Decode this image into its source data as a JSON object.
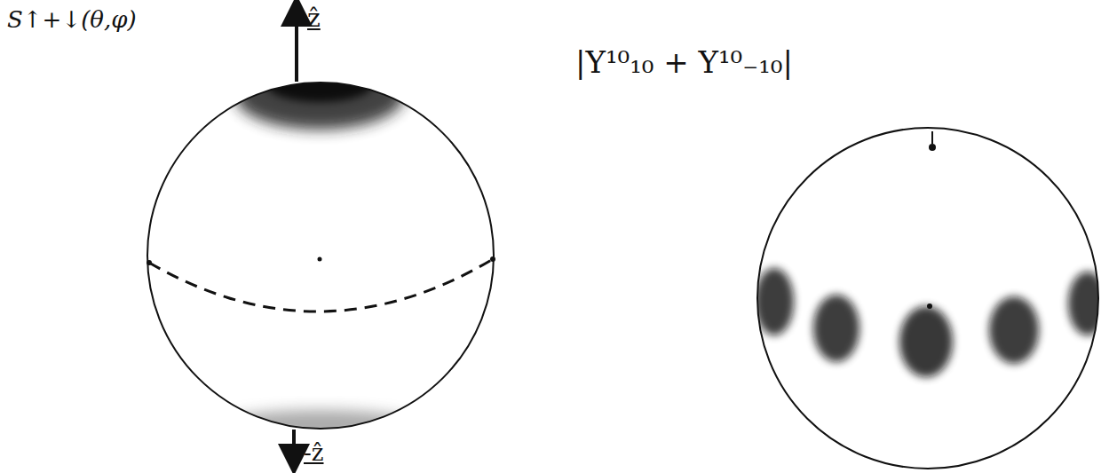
{
  "diagram": {
    "labels": [
      "S↑+↓(θ,φ)",
      "ẑ",
      "-ẑ",
      "|Y¹⁰₁₀ + Y¹⁰₋₁₀|"
    ]
  }
}
